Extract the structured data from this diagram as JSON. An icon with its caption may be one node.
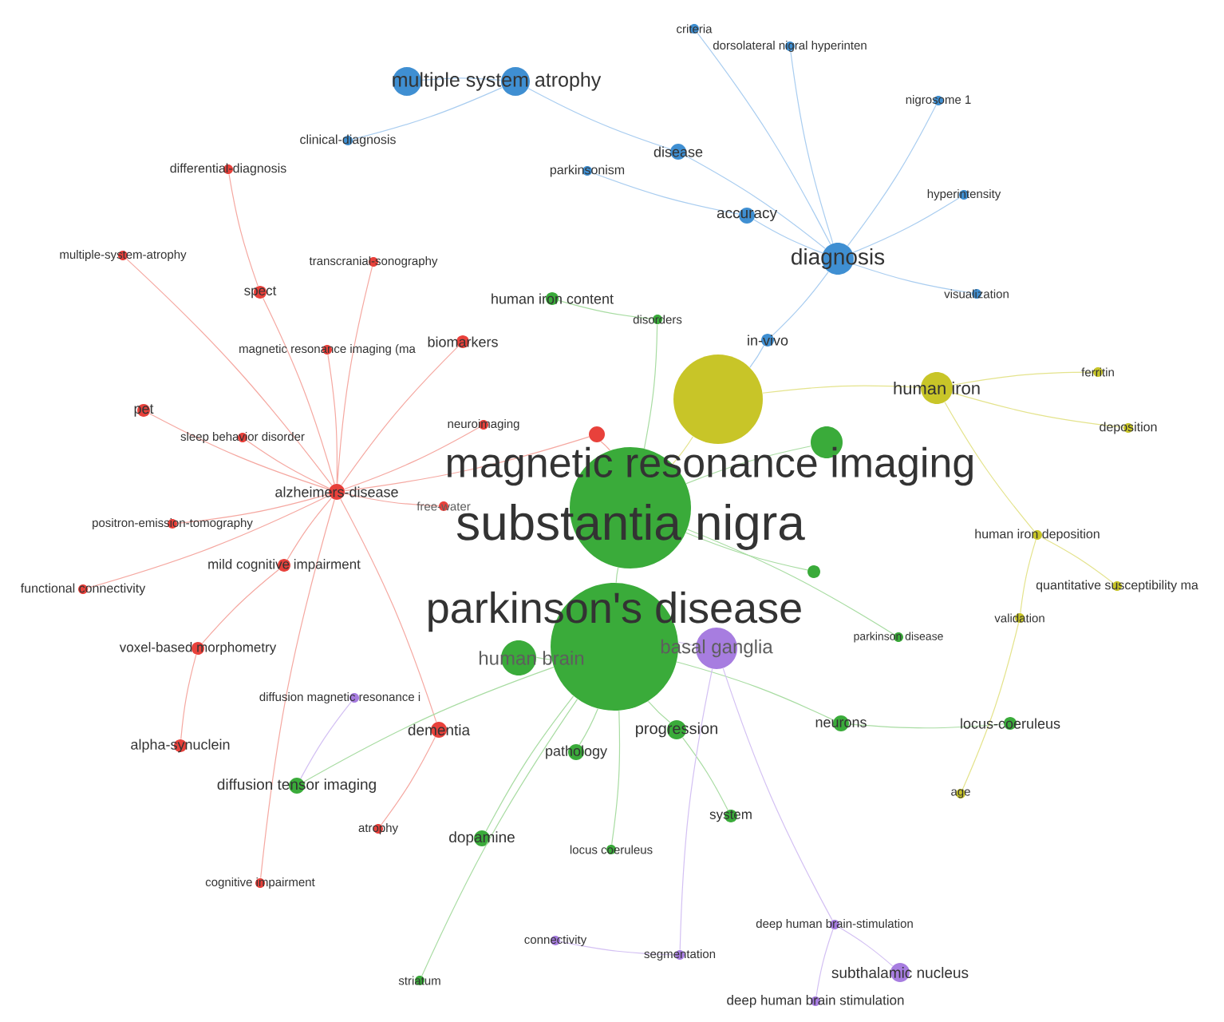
{
  "diagram": {
    "nodes": [
      {
        "text": [
          "criteria"
        ]
      },
      {
        "text": [
          "dorsolateral nigral hyperinten"
        ]
      },
      {
        "text": [],
        "shape": "circle"
      },
      {
        "text": [
          "multiple system atrophy"
        ]
      },
      {
        "text": [
          "nigrosome 1"
        ]
      },
      {
        "text": [
          "clinical-diagnosis"
        ]
      },
      {
        "text": [
          "disease"
        ]
      },
      {
        "text": [
          "differential-diagnosis"
        ]
      },
      {
        "text": [
          "parkinsonism"
        ]
      },
      {
        "text": [
          "hyperintensity"
        ]
      },
      {
        "text": [
          "accuracy"
        ]
      },
      {
        "text": [
          "multiple-system-atrophy"
        ]
      },
      {
        "text": [
          "diagnosis"
        ]
      },
      {
        "text": [
          "transcranial-sonography"
        ]
      },
      {
        "text": [
          "spect"
        ]
      },
      {
        "text": [
          "visualization"
        ]
      },
      {
        "text": [
          "human iron content"
        ]
      },
      {
        "text": [
          "disorders"
        ]
      },
      {
        "text": [
          "in-vivo"
        ]
      },
      {
        "text": [
          "biomarkers"
        ]
      },
      {
        "text": [
          "magnetic resonance imaging (ma"
        ]
      },
      {
        "text": [
          "ferritin"
        ]
      },
      {
        "text": [
          "human iron"
        ]
      },
      {
        "text": [
          "pet"
        ]
      },
      {
        "text": [
          "neuroimaging"
        ]
      },
      {
        "text": [],
        "shape": "circle"
      },
      {
        "text": [],
        "shape": "circle"
      },
      {
        "text": [
          "deposition"
        ]
      },
      {
        "text": [
          "sleep behavior disorder"
        ]
      },
      {
        "text": [
          "magnetic resonance imaging"
        ]
      },
      {
        "text": [
          "alzheimers-disease"
        ]
      },
      {
        "text": [
          "free-water"
        ]
      },
      {
        "text": [
          "substantia nigra"
        ]
      },
      {
        "text": [
          "positron-emission-tomography"
        ]
      },
      {
        "text": [
          "human iron deposition"
        ]
      },
      {
        "text": [
          "mild cognitive impairment"
        ]
      },
      {
        "text": [],
        "shape": "circle"
      },
      {
        "text": [
          "quantitative susceptibility ma"
        ]
      },
      {
        "text": [
          "functional connectivity"
        ]
      },
      {
        "text": [
          "parkinson's disease"
        ]
      },
      {
        "text": [
          "validation"
        ]
      },
      {
        "text": [
          "parkinson disease"
        ]
      },
      {
        "text": [
          "voxel-based morphometry"
        ]
      },
      {
        "text": [
          "basal ganglia"
        ]
      },
      {
        "text": [
          "human brain"
        ]
      },
      {
        "text": [
          "diffusion magnetic resonance i"
        ]
      },
      {
        "text": [
          "progression"
        ]
      },
      {
        "text": [
          "neurons"
        ]
      },
      {
        "text": [
          "locus-coeruleus"
        ]
      },
      {
        "text": [
          "dementia"
        ]
      },
      {
        "text": [
          "alpha-synuclein"
        ]
      },
      {
        "text": [
          "pathology"
        ]
      },
      {
        "text": [
          "diffusion tensor imaging"
        ]
      },
      {
        "text": [
          "age"
        ]
      },
      {
        "text": [
          "system"
        ]
      },
      {
        "text": [
          "atrophy"
        ]
      },
      {
        "text": [
          "dopamine"
        ]
      },
      {
        "text": [
          "locus coeruleus"
        ]
      },
      {
        "text": [
          "cognitive impairment"
        ]
      },
      {
        "text": [
          "deep human brain-stimulation"
        ]
      },
      {
        "text": [
          "connectivity"
        ]
      },
      {
        "text": [
          "segmentation"
        ]
      },
      {
        "text": [
          "subthalamic nucleus"
        ]
      },
      {
        "text": [
          "striatum"
        ]
      },
      {
        "text": [
          "deep human brain stimulation"
        ]
      }
    ],
    "edges": [
      {
        "from": 0,
        "to": 12,
        "arrow": "none",
        "color": "#a9cdf0"
      },
      {
        "from": 1,
        "to": 12,
        "arrow": "none",
        "color": "#a9cdf0"
      },
      {
        "from": 2,
        "to": 3,
        "arrow": "none",
        "color": "#a9cdf0"
      },
      {
        "from": 3,
        "to": 6,
        "arrow": "none",
        "color": "#a9cdf0"
      },
      {
        "from": 4,
        "to": 12,
        "arrow": "none",
        "color": "#a9cdf0"
      },
      {
        "from": 5,
        "to": 3,
        "arrow": "none",
        "color": "#a9cdf0"
      },
      {
        "from": 6,
        "to": 12,
        "arrow": "none",
        "color": "#a9cdf0"
      },
      {
        "from": 8,
        "to": 10,
        "arrow": "none",
        "color": "#a9cdf0"
      },
      {
        "from": 9,
        "to": 12,
        "arrow": "none",
        "color": "#a9cdf0"
      },
      {
        "from": 10,
        "to": 12,
        "arrow": "none",
        "color": "#a9cdf0"
      },
      {
        "from": 15,
        "to": 12,
        "arrow": "none",
        "color": "#a9cdf0"
      },
      {
        "from": 18,
        "to": 12,
        "arrow": "none",
        "color": "#a9cdf0"
      },
      {
        "from": 18,
        "to": 29,
        "arrow": "none",
        "color": "#a9cdf0"
      },
      {
        "from": 7,
        "to": 14,
        "arrow": "none"
      },
      {
        "from": 11,
        "to": 30,
        "arrow": "none"
      },
      {
        "from": 13,
        "to": 30,
        "arrow": "none"
      },
      {
        "from": 14,
        "to": 30,
        "arrow": "none"
      },
      {
        "from": 19,
        "to": 30,
        "arrow": "none"
      },
      {
        "from": 20,
        "to": 30,
        "arrow": "none"
      },
      {
        "from": 23,
        "to": 30,
        "arrow": "none"
      },
      {
        "from": 24,
        "to": 30,
        "arrow": "none"
      },
      {
        "from": 28,
        "to": 30,
        "arrow": "none"
      },
      {
        "from": 31,
        "to": 30,
        "arrow": "none"
      },
      {
        "from": 33,
        "to": 30,
        "arrow": "none"
      },
      {
        "from": 35,
        "to": 30,
        "arrow": "none"
      },
      {
        "from": 38,
        "to": 30,
        "arrow": "none"
      },
      {
        "from": 42,
        "to": 35,
        "arrow": "none"
      },
      {
        "from": 49,
        "to": 30,
        "arrow": "none"
      },
      {
        "from": 50,
        "to": 42,
        "arrow": "none"
      },
      {
        "from": 55,
        "to": 49,
        "arrow": "none"
      },
      {
        "from": 58,
        "to": 30,
        "arrow": "none"
      },
      {
        "from": 30,
        "to": 25,
        "arrow": "none"
      },
      {
        "from": 25,
        "to": 32,
        "arrow": "none"
      },
      {
        "from": 16,
        "to": 17,
        "arrow": "none",
        "color": "#a8dca2"
      },
      {
        "from": 17,
        "to": 32,
        "arrow": "none",
        "color": "#a8dca2"
      },
      {
        "from": 26,
        "to": 32,
        "arrow": "none",
        "color": "#a8dca2"
      },
      {
        "from": 36,
        "to": 32,
        "arrow": "none",
        "color": "#a8dca2"
      },
      {
        "from": 41,
        "to": 32,
        "arrow": "none",
        "color": "#a8dca2"
      },
      {
        "from": 39,
        "to": 32,
        "arrow": "none",
        "color": "#a8dca2"
      },
      {
        "from": 44,
        "to": 39,
        "arrow": "none",
        "color": "#a8dca2"
      },
      {
        "from": 46,
        "to": 39,
        "arrow": "none",
        "color": "#a8dca2"
      },
      {
        "from": 47,
        "to": 39,
        "arrow": "none",
        "color": "#a8dca2"
      },
      {
        "from": 48,
        "to": 47,
        "arrow": "none",
        "color": "#a8dca2"
      },
      {
        "from": 51,
        "to": 39,
        "arrow": "none",
        "color": "#a8dca2"
      },
      {
        "from": 52,
        "to": 39,
        "arrow": "none",
        "color": "#a8dca2"
      },
      {
        "from": 54,
        "to": 46,
        "arrow": "none",
        "color": "#a8dca2"
      },
      {
        "from": 56,
        "to": 39,
        "arrow": "none",
        "color": "#a8dca2"
      },
      {
        "from": 57,
        "to": 39,
        "arrow": "none",
        "color": "#a8dca2"
      },
      {
        "from": 63,
        "to": 39,
        "arrow": "none",
        "color": "#a8dca2"
      },
      {
        "from": 21,
        "to": 22,
        "arrow": "none",
        "color": "#e4e38c"
      },
      {
        "from": 27,
        "to": 22,
        "arrow": "none",
        "color": "#e4e38c"
      },
      {
        "from": 22,
        "to": 29,
        "arrow": "none",
        "color": "#e4e38c"
      },
      {
        "from": 34,
        "to": 22,
        "arrow": "none",
        "color": "#e4e38c"
      },
      {
        "from": 37,
        "to": 34,
        "arrow": "none",
        "color": "#e4e38c"
      },
      {
        "from": 40,
        "to": 34,
        "arrow": "none",
        "color": "#e4e38c"
      },
      {
        "from": 53,
        "to": 40,
        "arrow": "none",
        "color": "#e4e38c"
      },
      {
        "from": 29,
        "to": 32,
        "arrow": "none",
        "color": "#e4e38c"
      },
      {
        "from": 45,
        "to": 52,
        "arrow": "none",
        "color": "#d3c0f3"
      },
      {
        "from": 59,
        "to": 43,
        "arrow": "none",
        "color": "#d3c0f3"
      },
      {
        "from": 60,
        "to": 61,
        "arrow": "none",
        "color": "#d3c0f3"
      },
      {
        "from": 61,
        "to": 43,
        "arrow": "none",
        "color": "#d3c0f3"
      },
      {
        "from": 62,
        "to": 59,
        "arrow": "none",
        "color": "#d3c0f3"
      },
      {
        "from": 64,
        "to": 59,
        "arrow": "none",
        "color": "#d3c0f3"
      },
      {
        "from": 43,
        "to": 39,
        "arrow": "none",
        "color": "#d3c0f3"
      }
    ]
  }
}
